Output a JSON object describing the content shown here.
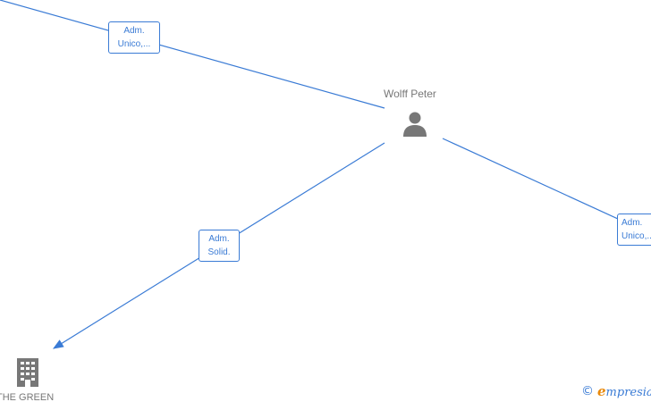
{
  "person": {
    "name": "Wolff Peter",
    "icon": "person-icon",
    "icon_color": "#777777"
  },
  "company": {
    "name": "THE GREEN",
    "icon": "building-icon",
    "icon_color": "#777777"
  },
  "edges": [
    {
      "id": "top-left",
      "line1": "Adm.",
      "line2": "Unico,..."
    },
    {
      "id": "bottom-left",
      "line1": "Adm.",
      "line2": "Solid."
    },
    {
      "id": "right",
      "line1": "Adm.",
      "line2": "Unico,..."
    }
  ],
  "watermark": {
    "copyright_symbol": "©",
    "brand_initial": "e",
    "brand_rest": "mpresia"
  },
  "colors": {
    "edge": "#3a7bd5",
    "text": "#777777",
    "brand_accent": "#e8890c"
  }
}
